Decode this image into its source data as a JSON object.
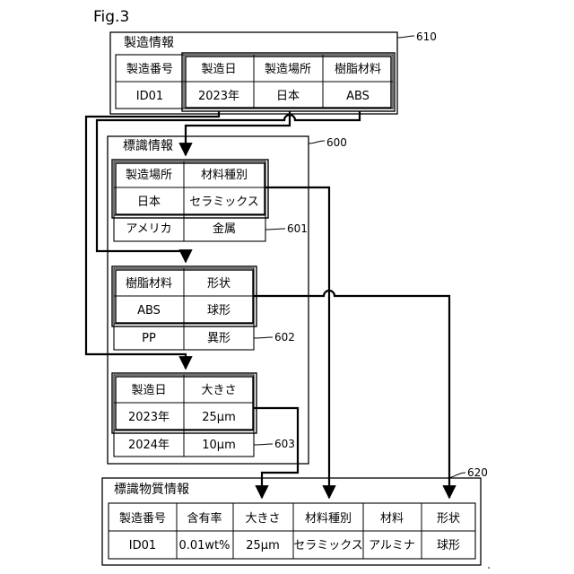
{
  "figure_label": "Fig.3",
  "manufacturing_info": {
    "title": "製造情報",
    "ref": "610",
    "headers": [
      "製造番号",
      "製造日",
      "製造場所",
      "樹脂材料"
    ],
    "values": [
      "ID01",
      "2023年",
      "日本",
      "ABS"
    ]
  },
  "label_info": {
    "title": "標識情報",
    "ref": "600",
    "table_601": {
      "ref": "601",
      "headers": [
        "製造場所",
        "材料種別"
      ],
      "rows": [
        [
          "日本",
          "セラミックス"
        ],
        [
          "アメリカ",
          "金属"
        ]
      ]
    },
    "table_602": {
      "ref": "602",
      "headers": [
        "樹脂材料",
        "形状"
      ],
      "rows": [
        [
          "ABS",
          "球形"
        ],
        [
          "PP",
          "異形"
        ]
      ]
    },
    "table_603": {
      "ref": "603",
      "headers": [
        "製造日",
        "大きさ"
      ],
      "rows": [
        [
          "2023年",
          "25μm"
        ],
        [
          "2024年",
          "10μm"
        ]
      ]
    }
  },
  "label_substance_info": {
    "title": "標識物質情報",
    "ref": "620",
    "headers": [
      "製造番号",
      "含有率",
      "大きさ",
      "材料種別",
      "材料",
      "形状"
    ],
    "values": [
      "ID01",
      "0.01wt%",
      "25μm",
      "セラミックス",
      "アルミナ",
      "球形"
    ]
  }
}
